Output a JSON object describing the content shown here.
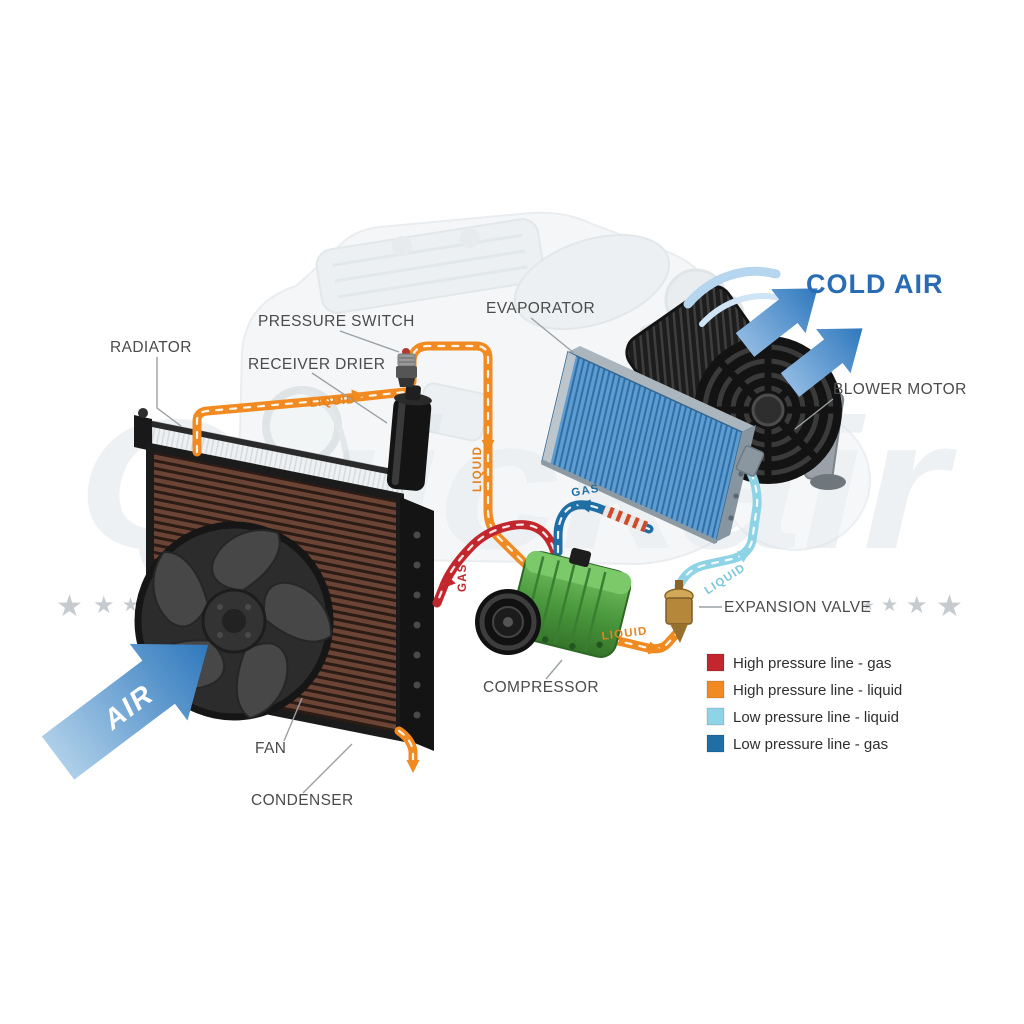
{
  "component_labels": {
    "radiator": "RADIATOR",
    "pressure_switch": "PRESSURE SWITCH",
    "receiver_drier": "RECEIVER DRIER",
    "evaporator": "EVAPORATOR",
    "blower_motor": "BLOWER MOTOR",
    "expansion_valve": "EXPANSION VALVE",
    "compressor": "COMPRESSOR",
    "fan": "FAN",
    "condenser": "CONDENSER"
  },
  "flow_labels": {
    "cold_air": "COLD AIR",
    "air": "AIR"
  },
  "pipe_labels": {
    "condenser_to_drier": "LIQUID",
    "drier_to_valve_vertical": "LIQUID",
    "valve_inlet": "LIQUID",
    "low_side_to_evaporator": "LIQUID",
    "suction_gas": "GAS",
    "discharge_gas": "GAS"
  },
  "legend": {
    "items": [
      {
        "name": "high-pressure-gas",
        "color": "#c1272d",
        "label": "High pressure line - gas"
      },
      {
        "name": "high-pressure-liquid",
        "color": "#f08a21",
        "label": "High pressure line - liquid"
      },
      {
        "name": "low-pressure-liquid",
        "color": "#8ed4e6",
        "label": "Low pressure line - liquid"
      },
      {
        "name": "low-pressure-gas",
        "color": "#1f6ea6",
        "label": "Low pressure line -  gas"
      }
    ]
  },
  "line_colors": {
    "high_pressure_gas": "#c1272d",
    "high_pressure_liquid": "#f08a21",
    "low_pressure_liquid": "#8ed4e6",
    "low_pressure_gas": "#1f6ea6"
  },
  "watermark": {
    "text": "Quickair",
    "star": "★"
  }
}
